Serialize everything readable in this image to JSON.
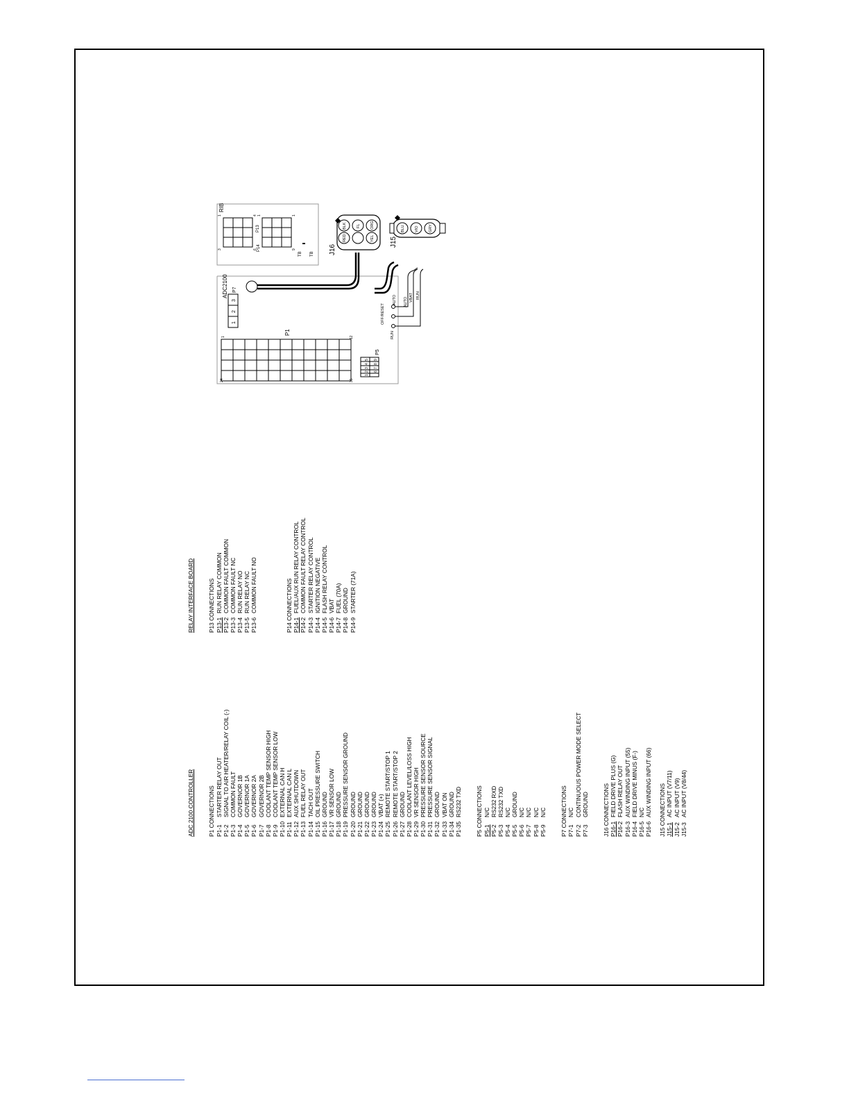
{
  "diagram": {
    "adc_label": "ADC2100",
    "rib_label": "RIB",
    "p1_label": "P1",
    "p5_label": "P5",
    "p7_label": "P7",
    "p13_label": "P13",
    "p14_label": "P14",
    "p7_pins": [
      "1",
      "2",
      "3"
    ],
    "p5_pins": [
      "1",
      "2",
      "3",
      "4",
      "5",
      "6",
      "7",
      "8",
      "9"
    ],
    "p1_corner_labels": [
      "1",
      "12",
      "24",
      "35"
    ],
    "rib_corner_labels": [
      "1",
      "3",
      "4",
      "6",
      "1",
      "9",
      "1"
    ],
    "rib_tag_top": "TB",
    "rib_tag_bottom": "TB",
    "j16_label": "J16",
    "j16_pins": [
      "RED",
      "BLK",
      "FL",
      "",
      "YEL",
      "ORG"
    ],
    "j15_label": "J15",
    "j15_pins": [
      "BLU",
      "VIO",
      "GRY"
    ],
    "switch_labels": [
      "AUTO",
      "OFF/RESET",
      "RUN"
    ],
    "wire_labels": [
      "AUTO",
      "VBAT",
      "RUN"
    ]
  },
  "adc_controller": {
    "title": "ADC 2100 CONTROLLER",
    "p1": {
      "header": "P1 CONNECTIONS",
      "rows": [
        [
          "P1-1",
          "STARTER RELAY OUT"
        ],
        [
          "P1-2",
          "SIGNAL TO AIR HEATER/RELAY COIL (-)"
        ],
        [
          "P1-3",
          "COMMON FAULT"
        ],
        [
          "P1-4",
          "GOVERNOR 1B"
        ],
        [
          "P1-5",
          "GOVERNOR 1A"
        ],
        [
          "P1-6",
          "GOVERNOR 2A"
        ],
        [
          "P1-7",
          "GOVERNOR 2B"
        ],
        [
          "P1-8",
          "COOLANT TEMP SENSOR HIGH"
        ],
        [
          "P1-9",
          "COOLANT TEMP SENSOR LOW"
        ],
        [
          "P1-10",
          "EXTERNAL CAN H"
        ],
        [
          "P1-11",
          "EXTERNAL CAN L"
        ],
        [
          "P1-12",
          "AUX SHUTDOWN"
        ],
        [
          "P1-13",
          "FUEL RELAY OUT"
        ],
        [
          "P1-14",
          "TACH OUT"
        ],
        [
          "P1-15",
          "OIL PRESSURE SWITCH"
        ],
        [
          "P1-16",
          "GROUND"
        ],
        [
          "P1-17",
          "VR SENSOR LOW"
        ],
        [
          "P1-18",
          "GROUND"
        ],
        [
          "P1-19",
          "PRESSURE SENSOR GROUND"
        ],
        [
          "P1-20",
          "GROUND"
        ],
        [
          "P1-21",
          "GROUND"
        ],
        [
          "P1-22",
          "GROUND"
        ],
        [
          "P1-23",
          "GROUND"
        ],
        [
          "P1-24",
          "VBAT (+)"
        ],
        [
          "P1-25",
          "REMOTE START/STOP 1"
        ],
        [
          "P1-26",
          "REMOTE START/STOP 2"
        ],
        [
          "P1-27",
          "GROUND"
        ],
        [
          "P1-28",
          "COOLANT LEVEL/LOSS HIGH"
        ],
        [
          "P1-29",
          "VR SENSOR HIGH"
        ],
        [
          "P1-30",
          "PRESSURE SENSOR SOURCE"
        ],
        [
          "P1-31",
          "PRESSURE SENSOR SIGNAL"
        ],
        [
          "P1-32",
          "GROUND"
        ],
        [
          "P1-33",
          "VBAT ON"
        ],
        [
          "P1-34",
          "GROUND"
        ],
        [
          "P1-35",
          "RS232 TXD"
        ]
      ]
    },
    "p5": {
      "header": "P5 CONNECTIONS",
      "rows": [
        [
          "P5-1",
          "N/C"
        ],
        [
          "P5-2",
          "RS232 RXD"
        ],
        [
          "P5-3",
          "RS232 TXD"
        ],
        [
          "P5-4",
          "N/C"
        ],
        [
          "P5-5",
          "GROUND"
        ],
        [
          "P5-6",
          "N/C"
        ],
        [
          "P5-7",
          "N/C"
        ],
        [
          "P5-8",
          "N/C"
        ],
        [
          "P5-9",
          "N/C"
        ]
      ]
    },
    "p7": {
      "header": "P7 CONNECTIONS",
      "rows": [
        [
          "P7-1",
          "N/C"
        ],
        [
          "P7-2",
          "CONTINUOUS POWER MODE SELECT"
        ],
        [
          "P7-3",
          "GROUND"
        ]
      ]
    },
    "j16": {
      "header": "J16 CONNECTIONS",
      "rows": [
        [
          "P16-1",
          "FIELD DRIVE PLUS (G)"
        ],
        [
          "P16-2",
          "FLASH RELAY OUT"
        ],
        [
          "P16-3",
          "AUX WINDING INPUT (55)"
        ],
        [
          "P16-4",
          "FIELD DRIVE MINUS (F-)"
        ],
        [
          "P16-5",
          "N/C"
        ],
        [
          "P16-6",
          "AUX WINDING INPUT (66)"
        ]
      ]
    },
    "j15": {
      "header": "J15 CONNECTIONS",
      "rows": [
        [
          "J15-1",
          "AC INPUT (V7/11)"
        ],
        [
          "J15-2",
          "AC INPUT (V9)"
        ],
        [
          "J15-3",
          "AC INPUT (V8/44)"
        ]
      ]
    }
  },
  "relay_board": {
    "title": "RELAY INTERFACE BOARD",
    "p13": {
      "header": "P13 CONNECTIONS",
      "rows": [
        [
          "P13-1",
          "RUN RELAY COMMON"
        ],
        [
          "P13-2",
          "COMMON FAULT COMMON"
        ],
        [
          "P13-3",
          "COMMON FAULT NC"
        ],
        [
          "P13-4",
          "RUN RELAY NO"
        ],
        [
          "P13-5",
          "RUN RELAY NC"
        ],
        [
          "P13-6",
          "COMMON FAULT NO"
        ]
      ]
    },
    "p14": {
      "header": "P14 CONNECTIONS",
      "rows": [
        [
          "P14-1",
          "FUEL/AUX RUN RELAY CONTROL"
        ],
        [
          "P14-2",
          "COMMON FAULT RELAY CONTROL"
        ],
        [
          "P14-3",
          "STARTER RELAY CONTROL"
        ],
        [
          "P14-4",
          "IGNITION NEGATIVE"
        ],
        [
          "P14-5",
          "FLASH RELAY CONTROL"
        ],
        [
          "P14-6",
          "VBAT"
        ],
        [
          "P14-7",
          "FUEL (70A)"
        ],
        [
          "P14-8",
          "GROUND"
        ],
        [
          "P14-9",
          "STARTER (71A)"
        ]
      ]
    }
  }
}
